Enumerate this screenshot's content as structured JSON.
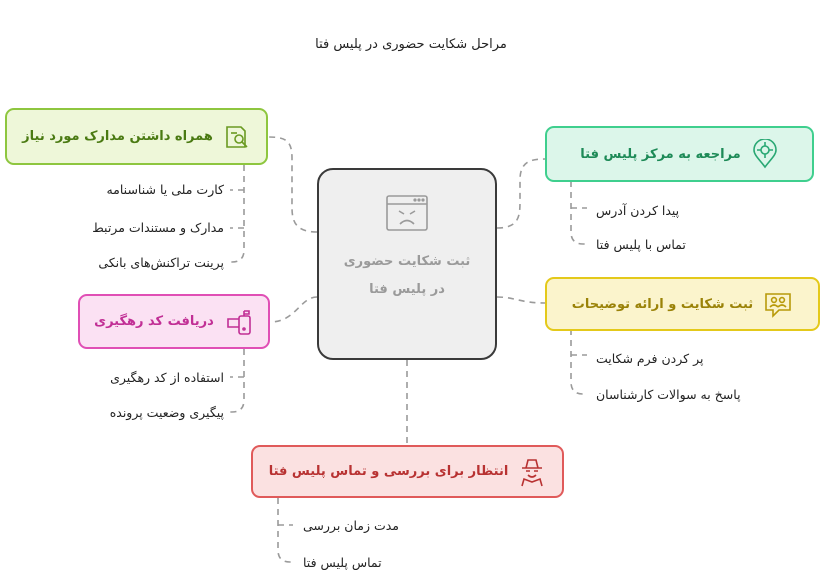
{
  "title": "مراحل شکایت حضوری در پلیس فتا",
  "center": {
    "label": "ثبت شکایت حضوری در پلیس فتا",
    "icon": "sad-browser-icon"
  },
  "nodes": [
    {
      "id": "documents",
      "label": "همراه داشتن مدارک مورد نیاز",
      "icon": "document-search-icon",
      "color": "#8ec63f",
      "fill": "#eef7d9",
      "items": [
        "کارت ملی یا شناسنامه",
        "مدارک و مستندات مرتبط",
        "پرینت تراکنش‌های بانکی"
      ]
    },
    {
      "id": "visit",
      "label": "مراجعه به مرکز پلیس فتا",
      "icon": "location-pin-icon",
      "color": "#3fcf8e",
      "fill": "#dcf6ea",
      "items": [
        "پیدا کردن آدرس",
        "تماس با پلیس فتا"
      ]
    },
    {
      "id": "tracking",
      "label": "دریافت کد رهگیری",
      "icon": "mailbox-icon",
      "color": "#e04fb5",
      "fill": "#fbe1f3",
      "items": [
        "استفاده از کد رهگیری",
        "پیگیری وضعیت پرونده"
      ]
    },
    {
      "id": "register",
      "label": "ثبت شکایت و ارائه توضیحات",
      "icon": "chat-people-icon",
      "color": "#e4c91a",
      "fill": "#fbf4cc",
      "items": [
        "پر کردن فرم شکایت",
        "پاسخ به سوالات کارشناسان"
      ]
    },
    {
      "id": "wait",
      "label": "انتظار برای بررسی و تماس پلیس فتا",
      "icon": "detective-icon",
      "color": "#e05a5a",
      "fill": "#fbe1e1",
      "items": [
        "مدت زمان بررسی",
        "تماس پلیس فتا"
      ]
    }
  ]
}
